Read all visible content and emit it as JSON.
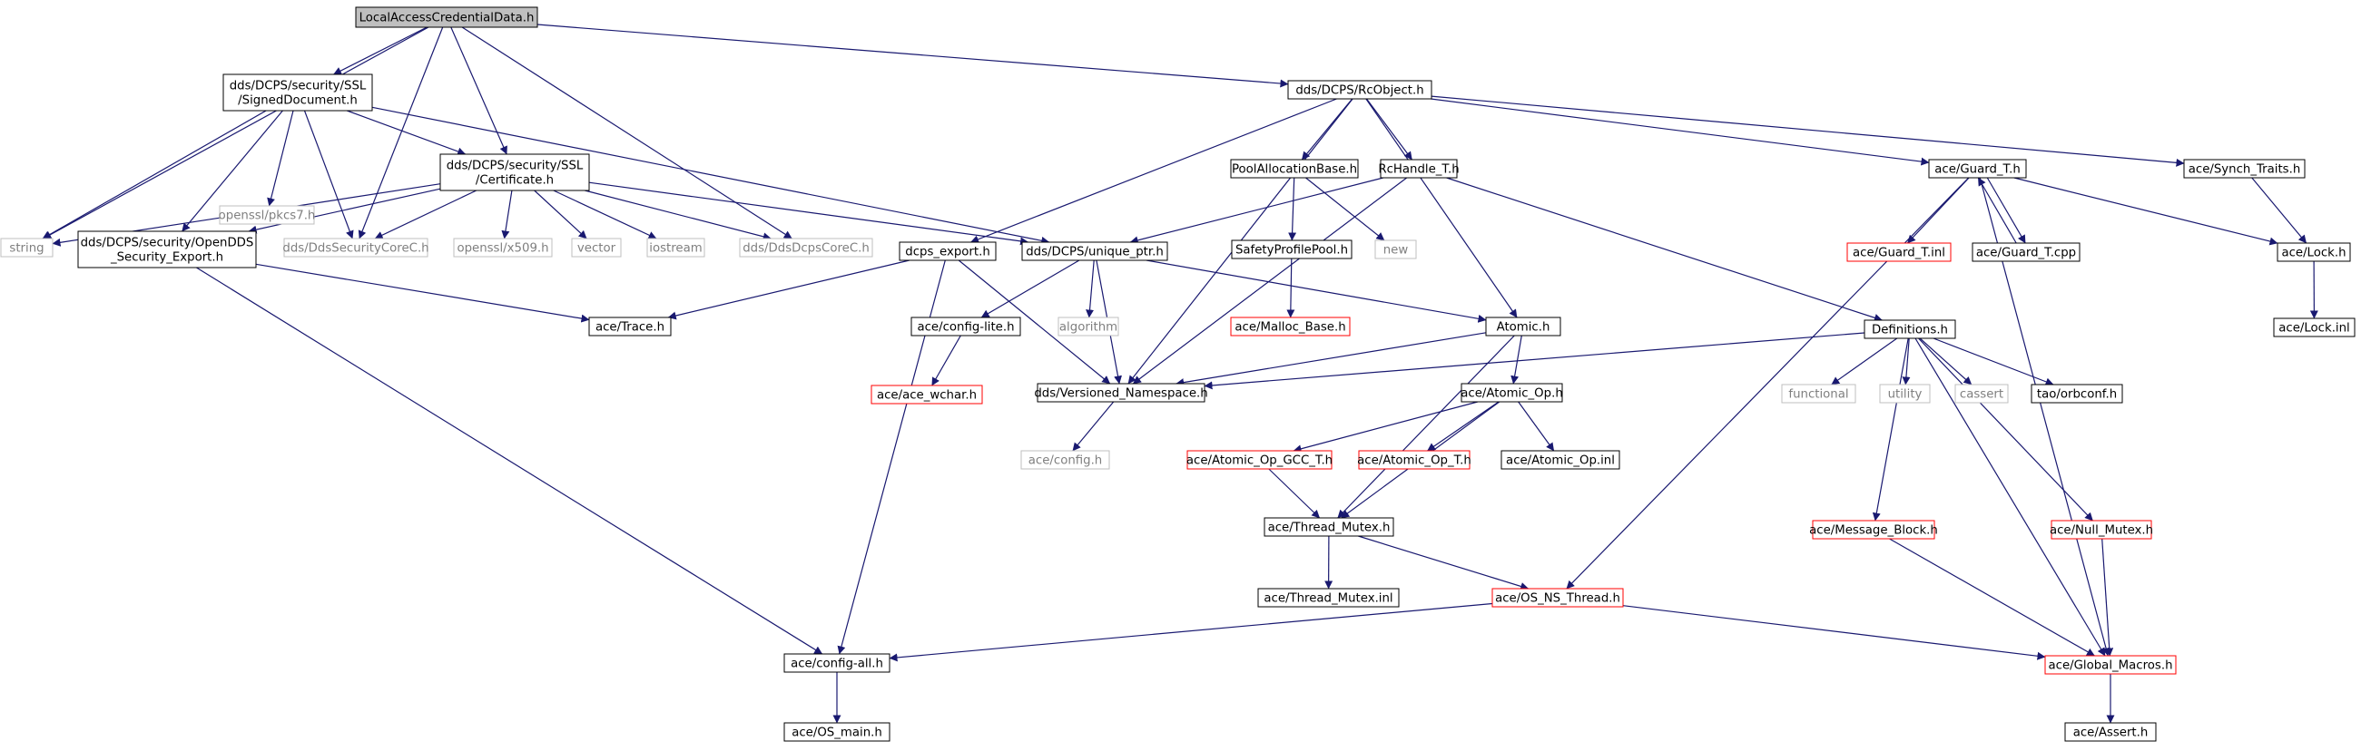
{
  "graph": {
    "nodes": [
      {
        "id": "root",
        "lines": [
          "LocalAccessCredentialData.h"
        ],
        "style": "root"
      },
      {
        "id": "signeddoc",
        "lines": [
          "dds/DCPS/security/SSL",
          "/SignedDocument.h"
        ],
        "style": "black"
      },
      {
        "id": "rcobject",
        "lines": [
          "dds/DCPS/RcObject.h"
        ],
        "style": "black"
      },
      {
        "id": "pkcs7",
        "lines": [
          "openssl/pkcs7.h"
        ],
        "style": "gray"
      },
      {
        "id": "certificate",
        "lines": [
          "dds/DCPS/security/SSL",
          "/Certificate.h"
        ],
        "style": "black"
      },
      {
        "id": "string",
        "lines": [
          "string"
        ],
        "style": "gray"
      },
      {
        "id": "opendds_export",
        "lines": [
          "dds/DCPS/security/OpenDDS",
          "_Security_Export.h"
        ],
        "style": "black"
      },
      {
        "id": "ddssecuritycorec",
        "lines": [
          "dds/DdsSecurityCoreC.h"
        ],
        "style": "gray"
      },
      {
        "id": "x509",
        "lines": [
          "openssl/x509.h"
        ],
        "style": "gray"
      },
      {
        "id": "vector",
        "lines": [
          "vector"
        ],
        "style": "gray"
      },
      {
        "id": "iostream",
        "lines": [
          "iostream"
        ],
        "style": "gray"
      },
      {
        "id": "ddsdcpscorec",
        "lines": [
          "dds/DdsDcpsCoreC.h"
        ],
        "style": "gray"
      },
      {
        "id": "dcps_export",
        "lines": [
          "dcps_export.h"
        ],
        "style": "black"
      },
      {
        "id": "unique_ptr",
        "lines": [
          "dds/DCPS/unique_ptr.h"
        ],
        "style": "black"
      },
      {
        "id": "poolalloc",
        "lines": [
          "PoolAllocationBase.h"
        ],
        "style": "black"
      },
      {
        "id": "rchandle",
        "lines": [
          "RcHandle_T.h"
        ],
        "style": "black"
      },
      {
        "id": "guard_h",
        "lines": [
          "ace/Guard_T.h"
        ],
        "style": "black"
      },
      {
        "id": "synch_traits",
        "lines": [
          "ace/Synch_Traits.h"
        ],
        "style": "black"
      },
      {
        "id": "safetypool",
        "lines": [
          "SafetyProfilePool.h"
        ],
        "style": "black"
      },
      {
        "id": "new",
        "lines": [
          "new"
        ],
        "style": "gray"
      },
      {
        "id": "guard_inl",
        "lines": [
          "ace/Guard_T.inl"
        ],
        "style": "red"
      },
      {
        "id": "guard_cpp",
        "lines": [
          "ace/Guard_T.cpp"
        ],
        "style": "black"
      },
      {
        "id": "lock_h",
        "lines": [
          "ace/Lock.h"
        ],
        "style": "black"
      },
      {
        "id": "trace",
        "lines": [
          "ace/Trace.h"
        ],
        "style": "black"
      },
      {
        "id": "config_lite",
        "lines": [
          "ace/config-lite.h"
        ],
        "style": "black"
      },
      {
        "id": "algorithm",
        "lines": [
          "algorithm"
        ],
        "style": "gray"
      },
      {
        "id": "malloc_base",
        "lines": [
          "ace/Malloc_Base.h"
        ],
        "style": "red"
      },
      {
        "id": "atomic",
        "lines": [
          "Atomic.h"
        ],
        "style": "black"
      },
      {
        "id": "definitions",
        "lines": [
          "Definitions.h"
        ],
        "style": "black"
      },
      {
        "id": "lock_inl",
        "lines": [
          "ace/Lock.inl"
        ],
        "style": "black"
      },
      {
        "id": "ace_wchar",
        "lines": [
          "ace/ace_wchar.h"
        ],
        "style": "red"
      },
      {
        "id": "versioned_ns",
        "lines": [
          "dds/Versioned_Namespace.h"
        ],
        "style": "black"
      },
      {
        "id": "atomic_op",
        "lines": [
          "ace/Atomic_Op.h"
        ],
        "style": "black"
      },
      {
        "id": "functional",
        "lines": [
          "functional"
        ],
        "style": "gray"
      },
      {
        "id": "utility",
        "lines": [
          "utility"
        ],
        "style": "gray"
      },
      {
        "id": "cassert",
        "lines": [
          "cassert"
        ],
        "style": "gray"
      },
      {
        "id": "orbconf",
        "lines": [
          "tao/orbconf.h"
        ],
        "style": "black"
      },
      {
        "id": "ace_config",
        "lines": [
          "ace/config.h"
        ],
        "style": "gray"
      },
      {
        "id": "atomic_op_gcc",
        "lines": [
          "ace/Atomic_Op_GCC_T.h"
        ],
        "style": "red"
      },
      {
        "id": "atomic_op_t",
        "lines": [
          "ace/Atomic_Op_T.h"
        ],
        "style": "red"
      },
      {
        "id": "atomic_op_inl",
        "lines": [
          "ace/Atomic_Op.inl"
        ],
        "style": "black"
      },
      {
        "id": "thread_mutex",
        "lines": [
          "ace/Thread_Mutex.h"
        ],
        "style": "black"
      },
      {
        "id": "message_block",
        "lines": [
          "ace/Message_Block.h"
        ],
        "style": "red"
      },
      {
        "id": "null_mutex",
        "lines": [
          "ace/Null_Mutex.h"
        ],
        "style": "red"
      },
      {
        "id": "thread_mutex_inl",
        "lines": [
          "ace/Thread_Mutex.inl"
        ],
        "style": "black"
      },
      {
        "id": "os_ns_thread",
        "lines": [
          "ace/OS_NS_Thread.h"
        ],
        "style": "red"
      },
      {
        "id": "config_all",
        "lines": [
          "ace/config-all.h"
        ],
        "style": "black"
      },
      {
        "id": "global_macros",
        "lines": [
          "ace/Global_Macros.h"
        ],
        "style": "red"
      },
      {
        "id": "os_main",
        "lines": [
          "ace/OS_main.h"
        ],
        "style": "black"
      },
      {
        "id": "assert",
        "lines": [
          "ace/Assert.h"
        ],
        "style": "black"
      }
    ],
    "edges": [
      [
        "root",
        "signeddoc"
      ],
      [
        "root",
        "rcobject"
      ],
      [
        "root",
        "string"
      ],
      [
        "root",
        "certificate"
      ],
      [
        "root",
        "ddssecuritycorec"
      ],
      [
        "root",
        "ddsdcpscorec"
      ],
      [
        "signeddoc",
        "pkcs7"
      ],
      [
        "signeddoc",
        "certificate"
      ],
      [
        "signeddoc",
        "string"
      ],
      [
        "signeddoc",
        "opendds_export"
      ],
      [
        "signeddoc",
        "ddssecuritycorec"
      ],
      [
        "signeddoc",
        "unique_ptr"
      ],
      [
        "certificate",
        "string"
      ],
      [
        "certificate",
        "opendds_export"
      ],
      [
        "certificate",
        "ddssecuritycorec"
      ],
      [
        "certificate",
        "x509"
      ],
      [
        "certificate",
        "vector"
      ],
      [
        "certificate",
        "iostream"
      ],
      [
        "certificate",
        "ddsdcpscorec"
      ],
      [
        "certificate",
        "unique_ptr"
      ],
      [
        "opendds_export",
        "trace"
      ],
      [
        "opendds_export",
        "config_all"
      ],
      [
        "rcobject",
        "dcps_export"
      ],
      [
        "rcobject",
        "poolalloc"
      ],
      [
        "rcobject",
        "rchandle"
      ],
      [
        "rcobject",
        "atomic"
      ],
      [
        "rcobject",
        "guard_h"
      ],
      [
        "rcobject",
        "synch_traits"
      ],
      [
        "rcobject",
        "versioned_ns"
      ],
      [
        "dcps_export",
        "trace"
      ],
      [
        "dcps_export",
        "config_all"
      ],
      [
        "dcps_export",
        "versioned_ns"
      ],
      [
        "unique_ptr",
        "config_lite"
      ],
      [
        "unique_ptr",
        "algorithm"
      ],
      [
        "unique_ptr",
        "versioned_ns"
      ],
      [
        "unique_ptr",
        "atomic"
      ],
      [
        "poolalloc",
        "safetypool"
      ],
      [
        "poolalloc",
        "new"
      ],
      [
        "rchandle",
        "unique_ptr"
      ],
      [
        "rchandle",
        "versioned_ns"
      ],
      [
        "rchandle",
        "definitions"
      ],
      [
        "safetypool",
        "malloc_base"
      ],
      [
        "guard_h",
        "guard_inl"
      ],
      [
        "guard_h",
        "guard_cpp"
      ],
      [
        "guard_h",
        "lock_h"
      ],
      [
        "guard_h",
        "os_ns_thread"
      ],
      [
        "guard_h",
        "global_macros"
      ],
      [
        "guard_cpp",
        "guard_h"
      ],
      [
        "synch_traits",
        "lock_h"
      ],
      [
        "lock_h",
        "lock_inl"
      ],
      [
        "config_lite",
        "ace_wchar"
      ],
      [
        "atomic",
        "versioned_ns"
      ],
      [
        "atomic",
        "atomic_op"
      ],
      [
        "atomic",
        "thread_mutex"
      ],
      [
        "atomic_op",
        "atomic_op_gcc"
      ],
      [
        "atomic_op",
        "atomic_op_t"
      ],
      [
        "atomic_op",
        "atomic_op_inl"
      ],
      [
        "atomic_op",
        "thread_mutex"
      ],
      [
        "atomic_op_gcc",
        "thread_mutex"
      ],
      [
        "definitions",
        "versioned_ns"
      ],
      [
        "definitions",
        "functional"
      ],
      [
        "definitions",
        "utility"
      ],
      [
        "definitions",
        "cassert"
      ],
      [
        "definitions",
        "orbconf"
      ],
      [
        "definitions",
        "message_block"
      ],
      [
        "definitions",
        "null_mutex"
      ],
      [
        "definitions",
        "global_macros"
      ],
      [
        "versioned_ns",
        "ace_config"
      ],
      [
        "thread_mutex",
        "thread_mutex_inl"
      ],
      [
        "thread_mutex",
        "os_ns_thread"
      ],
      [
        "os_ns_thread",
        "config_all"
      ],
      [
        "os_ns_thread",
        "global_macros"
      ],
      [
        "message_block",
        "global_macros"
      ],
      [
        "null_mutex",
        "global_macros"
      ],
      [
        "config_all",
        "os_main"
      ],
      [
        "global_macros",
        "assert"
      ]
    ]
  },
  "colors": {
    "edge": "#191970",
    "border_black": "#000000",
    "border_gray": "#bfbfbf",
    "border_red": "#ff0000",
    "root_fill": "#bfbfbf",
    "text_black": "#000000",
    "text_gray": "#7f7f7f"
  }
}
